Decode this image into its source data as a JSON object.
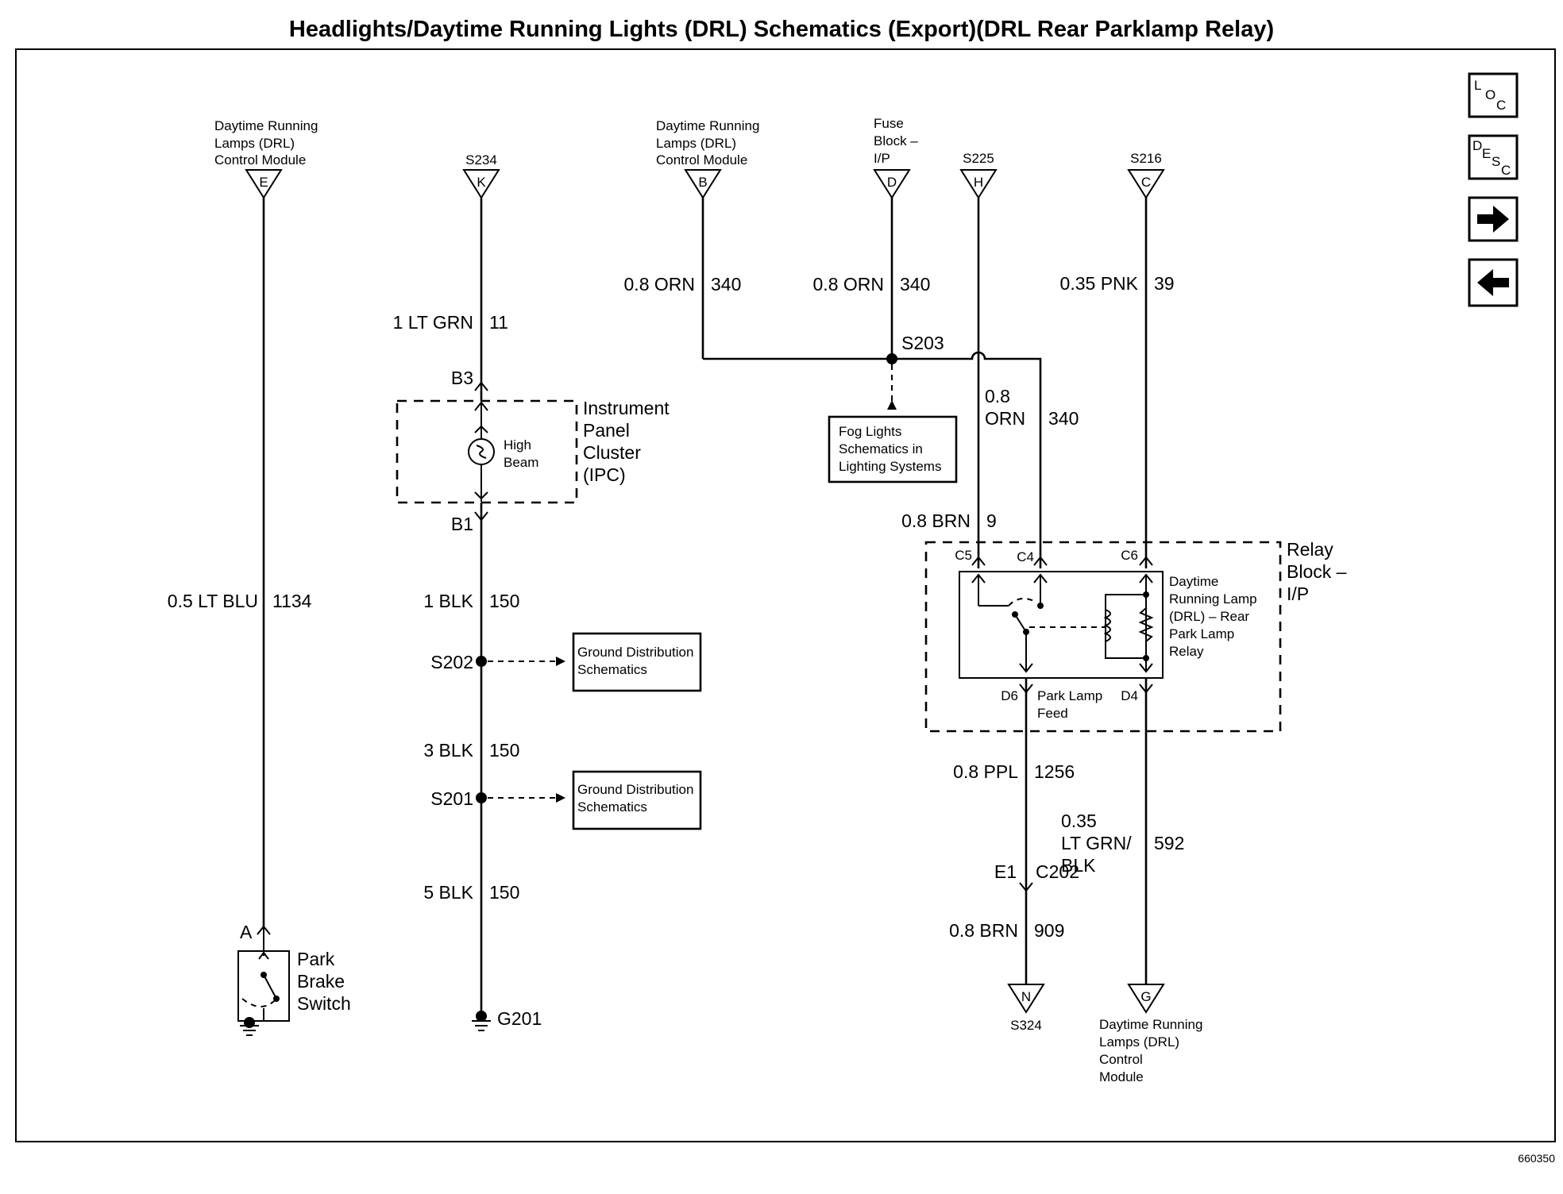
{
  "title": "Headlights/Daytime Running Lights (DRL) Schematics (Export)(DRL Rear Parklamp Relay)",
  "figure_id": "660350",
  "nav": {
    "loc": [
      "L",
      "O",
      "C"
    ],
    "desc": [
      "D",
      "E",
      "S",
      "C"
    ],
    "next": "right-arrow-icon",
    "prev": "left-arrow-icon"
  },
  "connectors": {
    "e": {
      "label": [
        "Daytime Running",
        "Lamps (DRL)",
        "Control Module"
      ],
      "pin": "E"
    },
    "k": {
      "label": [
        "S234"
      ],
      "pin": "K"
    },
    "b": {
      "label": [
        "Daytime Running",
        "Lamps (DRL)",
        "Control Module"
      ],
      "pin": "B"
    },
    "d": {
      "label": [
        "Fuse",
        "Block –",
        "I/P"
      ],
      "pin": "D"
    },
    "h": {
      "label": [
        "S225"
      ],
      "pin": "H"
    },
    "c": {
      "label": [
        "S216"
      ],
      "pin": "C"
    },
    "n": {
      "label": [
        "S324"
      ],
      "pin": "N"
    },
    "g": {
      "label": [
        "Daytime Running",
        "Lamps (DRL)",
        "Control",
        "Module"
      ],
      "pin": "G"
    }
  },
  "wires": {
    "w1134": {
      "gauge": "0.5 LT BLU",
      "circuit": "1134"
    },
    "w11": {
      "gauge": "1 LT GRN",
      "circuit": "11"
    },
    "w150a": {
      "gauge": "1 BLK",
      "circuit": "150"
    },
    "w150b": {
      "gauge": "3 BLK",
      "circuit": "150"
    },
    "w150c": {
      "gauge": "5 BLK",
      "circuit": "150"
    },
    "w340a": {
      "gauge": "0.8 ORN",
      "circuit": "340"
    },
    "w340b": {
      "gauge": "0.8 ORN",
      "circuit": "340"
    },
    "w340c": {
      "gauge": [
        "0.8",
        "ORN"
      ],
      "circuit": "340"
    },
    "w39": {
      "gauge": "0.35 PNK",
      "circuit": "39"
    },
    "w9": {
      "gauge": "0.8 BRN",
      "circuit": "9"
    },
    "w1256": {
      "gauge": "0.8 PPL",
      "circuit": "1256"
    },
    "w592": {
      "gauge": [
        "0.35",
        "LT GRN/",
        "BLK"
      ],
      "circuit": "592"
    },
    "w909": {
      "gauge": "0.8 BRN",
      "circuit": "909"
    }
  },
  "splices": {
    "s203": "S203",
    "s202": "S202",
    "s201": "S201",
    "g201": "G201"
  },
  "pins": {
    "b3": "B3",
    "b1": "B1",
    "a": "A",
    "c5": "C5",
    "c4": "C4",
    "c6": "C6",
    "d6": "D6",
    "d4": "D4",
    "e1": "E1",
    "c202": "C202"
  },
  "components": {
    "ipc": [
      "Instrument",
      "Panel",
      "Cluster",
      "(IPC)"
    ],
    "high_beam": [
      "High",
      "Beam"
    ],
    "park_brake": [
      "Park",
      "Brake",
      "Switch"
    ],
    "relay_block": [
      "Relay",
      "Block –",
      "I/P"
    ],
    "relay": [
      "Daytime",
      "Running Lamp",
      "(DRL) – Rear",
      "Park Lamp",
      "Relay"
    ],
    "park_lamp_feed": [
      "Park Lamp",
      "Feed"
    ]
  },
  "references": {
    "fog": [
      "Fog Lights",
      "Schematics in",
      "Lighting Systems"
    ],
    "ground1": [
      "Ground Distribution",
      "Schematics"
    ],
    "ground2": [
      "Ground Distribution",
      "Schematics"
    ]
  }
}
